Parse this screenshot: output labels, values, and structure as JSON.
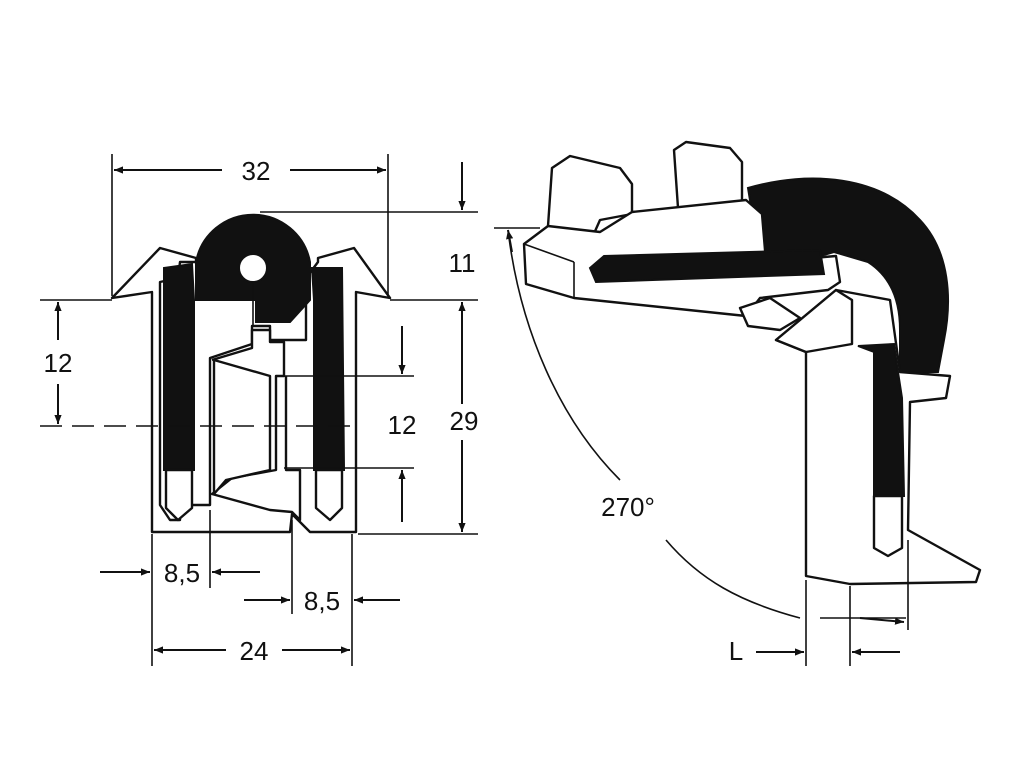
{
  "colors": {
    "ink": "#111111",
    "paper": "#ffffff"
  },
  "front_view": {
    "dim_width_top": "32",
    "dim_height_top": "11",
    "dim_left_height": "12",
    "dim_center_height": "12",
    "dim_total_height": "29",
    "dim_slot_left": "8,5",
    "dim_slot_right": "8,5",
    "dim_width_bottom": "24"
  },
  "side_view": {
    "dim_angle": "270°",
    "dim_length": "L"
  }
}
